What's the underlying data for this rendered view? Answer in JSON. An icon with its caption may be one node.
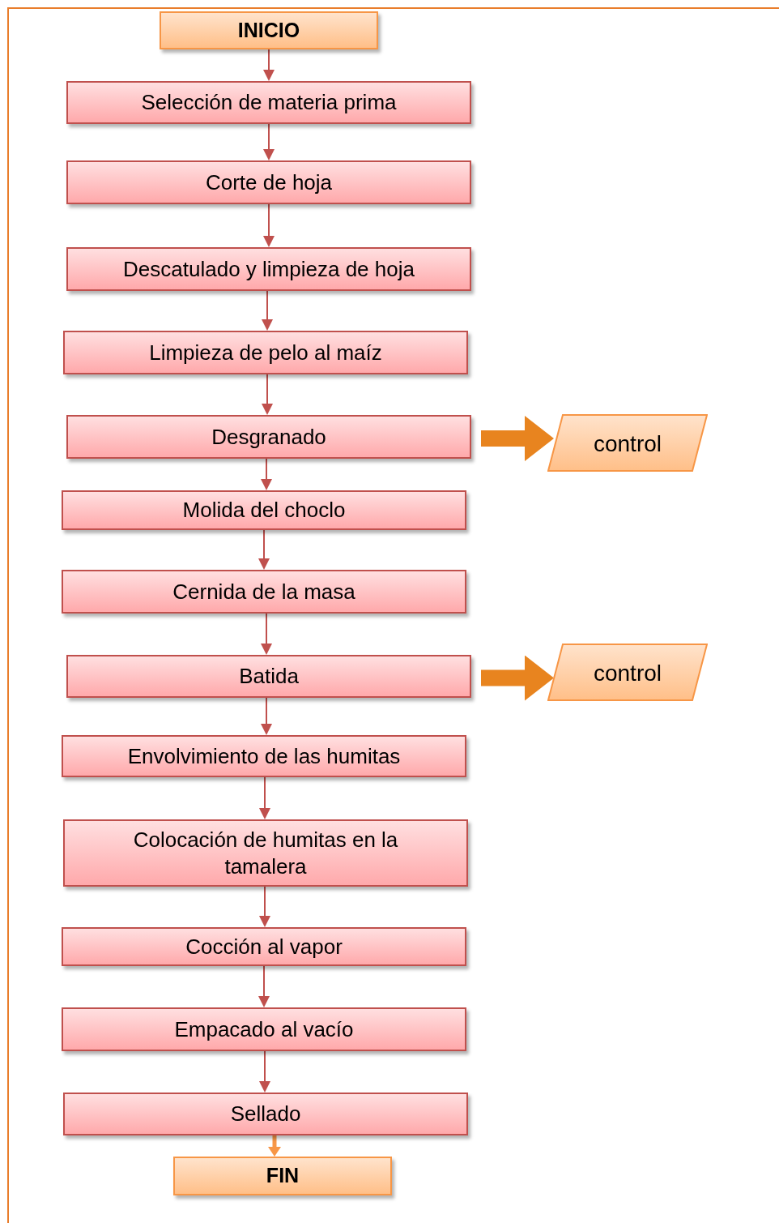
{
  "diagram": {
    "nodes": [
      {
        "text": [
          "INICIO"
        ]
      },
      {
        "text": [
          "Selección de materia prima"
        ]
      },
      {
        "text": [
          "Corte de hoja"
        ]
      },
      {
        "text": [
          "Descatulado y limpieza de hoja"
        ]
      },
      {
        "text": [
          "Limpieza de pelo al maíz"
        ]
      },
      {
        "text": [
          "Desgranado"
        ]
      },
      {
        "text": [
          "control"
        ]
      },
      {
        "text": [
          "Molida del choclo"
        ]
      },
      {
        "text": [
          "Cernida de la masa"
        ]
      },
      {
        "text": [
          "Batida"
        ]
      },
      {
        "text": [
          "control"
        ]
      },
      {
        "text": [
          "Envolvimiento de las humitas"
        ]
      },
      {
        "text": [
          "Colocación de humitas en la tamalera"
        ]
      },
      {
        "text": [
          "Cocción al vapor"
        ]
      },
      {
        "text": [
          "Empacado al vacío"
        ]
      },
      {
        "text": [
          "Sellado"
        ]
      },
      {
        "text": [
          "FIN"
        ]
      }
    ],
    "edges": [
      {
        "from": 0,
        "to": 1,
        "arrow": "to"
      },
      {
        "from": 1,
        "to": 2,
        "arrow": "to"
      },
      {
        "from": 2,
        "to": 3,
        "arrow": "to"
      },
      {
        "from": 3,
        "to": 4,
        "arrow": "to"
      },
      {
        "from": 4,
        "to": 5,
        "arrow": "to"
      },
      {
        "from": 5,
        "to": 6,
        "arrow": "to",
        "style": "thick",
        "color": "#e8841f"
      },
      {
        "from": 5,
        "to": 7,
        "arrow": "to"
      },
      {
        "from": 7,
        "to": 8,
        "arrow": "to"
      },
      {
        "from": 8,
        "to": 9,
        "arrow": "to"
      },
      {
        "from": 9,
        "to": 10,
        "arrow": "to",
        "style": "thick",
        "color": "#e8841f"
      },
      {
        "from": 9,
        "to": 11,
        "arrow": "to"
      },
      {
        "from": 11,
        "to": 12,
        "arrow": "to"
      },
      {
        "from": 12,
        "to": 13,
        "arrow": "to"
      },
      {
        "from": 13,
        "to": 14,
        "arrow": "to"
      },
      {
        "from": 14,
        "to": 15,
        "arrow": "to"
      },
      {
        "from": 15,
        "to": 16,
        "arrow": "to",
        "style": "thick",
        "color": "#f79646"
      }
    ]
  }
}
